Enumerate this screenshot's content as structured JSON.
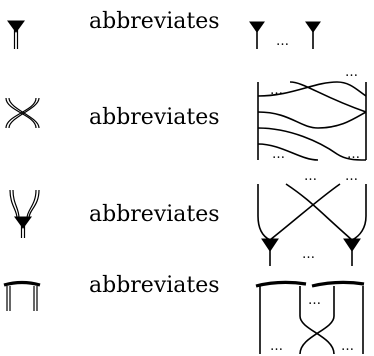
{
  "rows": [
    {
      "word": "abbreviates",
      "symbol": "counit-icon",
      "expansion": "counit-tensor"
    },
    {
      "word": "abbreviates",
      "symbol": "swap-icon",
      "expansion": "swap-braid"
    },
    {
      "word": "abbreviates",
      "symbol": "comultiplication-icon",
      "expansion": "comultiplication-tensor"
    },
    {
      "word": "abbreviates",
      "symbol": "cap-icon",
      "expansion": "cap-tensor"
    }
  ],
  "ellipsis": "…"
}
